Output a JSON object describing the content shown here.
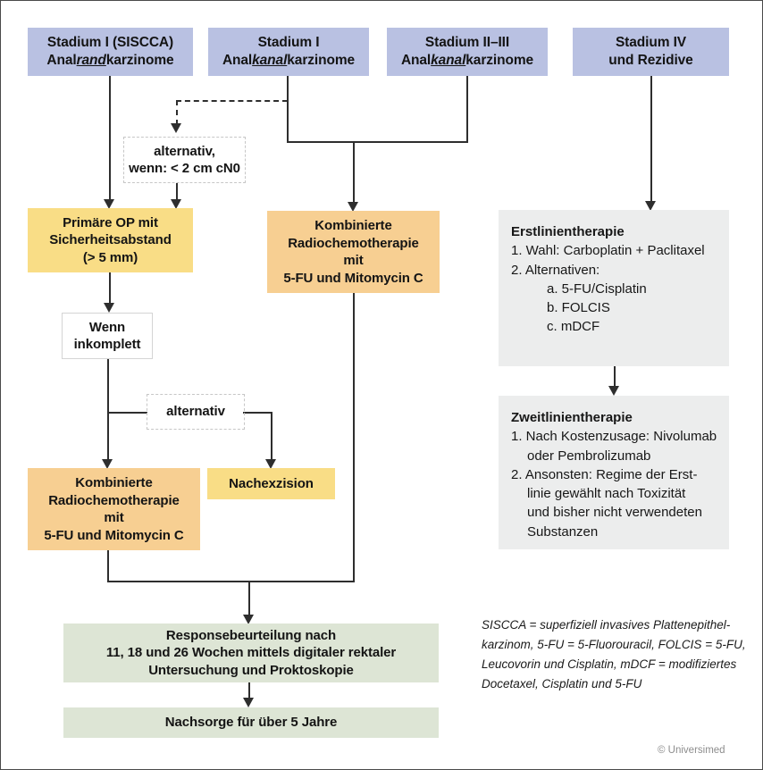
{
  "headers": [
    {
      "line1": "Stadium I (SISCCA)",
      "pre": "Anal",
      "em": "rand",
      "post": "karzinome"
    },
    {
      "line1": "Stadium I",
      "pre": "Anal",
      "em": "kanal",
      "post": "karzinome"
    },
    {
      "line1": "Stadium II–III",
      "pre": "Anal",
      "em": "kanal",
      "post": "karzinome"
    },
    {
      "line1": "Stadium IV",
      "line2": "und Rezidive"
    }
  ],
  "nodes": {
    "alternativ_cn0": {
      "l1": "alternativ,",
      "l2": "wenn: < 2 cm cN0"
    },
    "primary_op": {
      "l1": "Primäre OP mit",
      "l2": "Sicherheitsabstand",
      "l3": "(> 5 mm)"
    },
    "rct_center": {
      "l1": "Kombinierte",
      "l2": "Radiochemotherapie",
      "l3": "mit",
      "l4": "5-FU und Mitomycin C"
    },
    "wenn_inkomplett": {
      "l1": "Wenn",
      "l2": "inkomplett"
    },
    "alternativ": {
      "l1": "alternativ"
    },
    "rct_lower": {
      "l1": "Kombinierte",
      "l2": "Radiochemotherapie",
      "l3": "mit",
      "l4": "5-FU und Mitomycin C"
    },
    "nachexzision": {
      "l1": "Nachexzision"
    },
    "response": {
      "l1": "Responsebeurteilung nach",
      "l2": "11, 18 und 26 Wochen mittels digitaler rektaler",
      "l3": "Untersuchung und Proktoskopie"
    },
    "nachsorge": {
      "l1": "Nachsorge für über 5 Jahre"
    }
  },
  "first_line": {
    "title": "Erstlinientherapie",
    "items": [
      "1. Wahl: Carboplatin + Paclitaxel",
      "2. Alternativen:",
      "a. 5-FU/Cisplatin",
      "b. FOLCIS",
      "c. mDCF"
    ]
  },
  "second_line": {
    "title": "Zweitlinientherapie",
    "items": [
      "1. Nach Kostenzusage: Nivolumab",
      "oder Pembrolizumab",
      "2. Ansonsten: Regime der Erst-",
      "linie gewählt nach Toxizität",
      "und bisher nicht verwendeten",
      "Substanzen"
    ]
  },
  "legend": [
    "SISCCA = superfiziell invasives Plattenepithel-",
    "karzinom, 5-FU = 5-Fluorouracil, FOLCIS = 5-FU,",
    "Leucovorin und Cisplatin, mDCF = modifiziertes",
    "Docetaxel, Cisplatin und 5-FU"
  ],
  "copyright": "© Universimed",
  "colors": {
    "header": "#b9c1e2",
    "yellow": "#f9dd86",
    "orange": "#f7cf92",
    "green": "#dde5d5",
    "gray": "#eceded",
    "line": "#2e2e2e"
  }
}
